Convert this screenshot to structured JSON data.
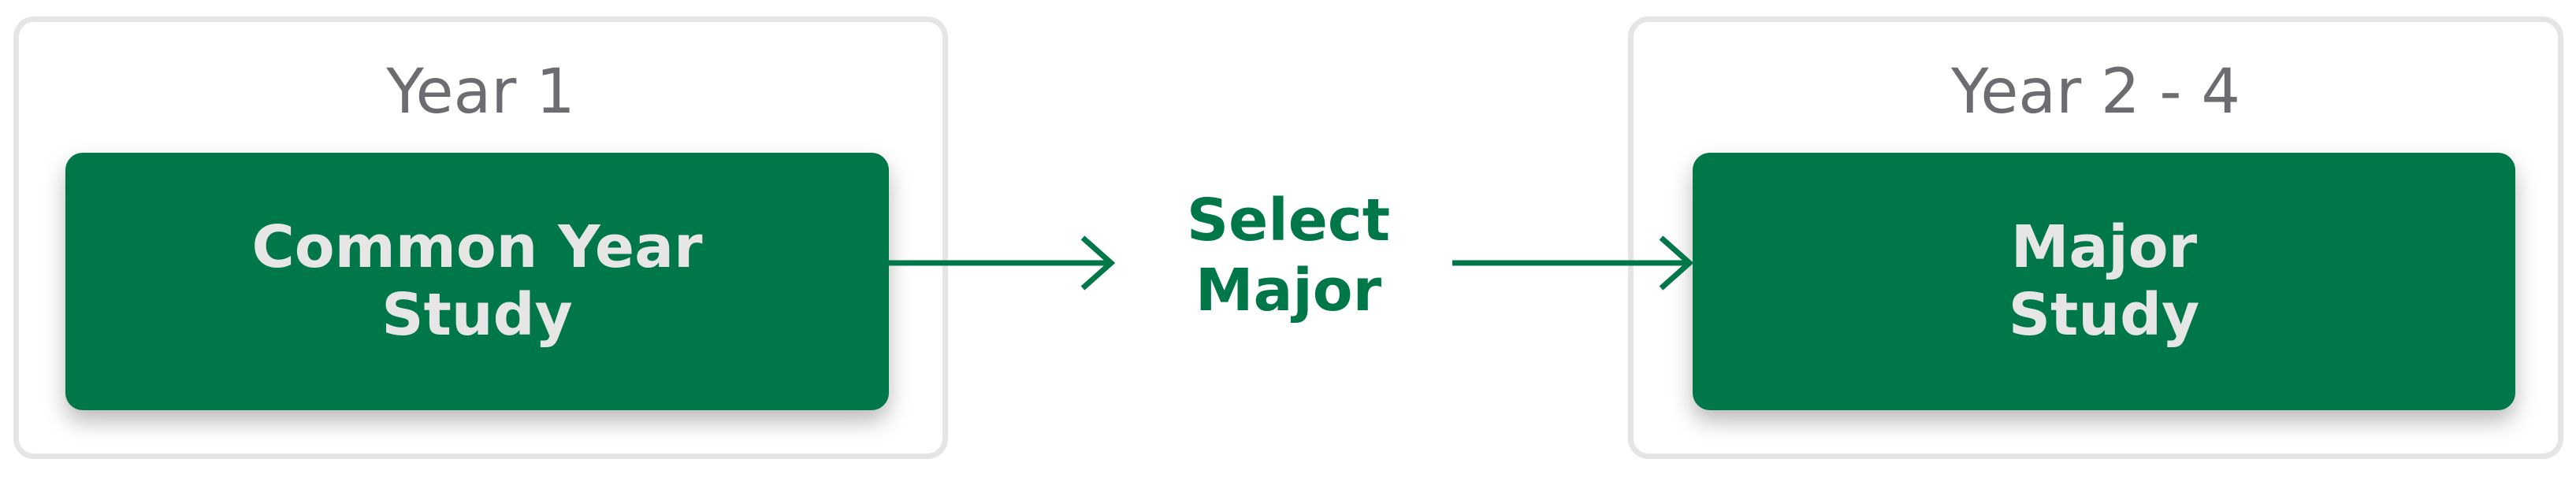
{
  "diagram": {
    "accent_color": "#007749",
    "panels": [
      {
        "title": "Year 1",
        "stage_lines": [
          "Common Year",
          "Study"
        ]
      },
      {
        "title": "Year 2 - 4",
        "stage_lines": [
          "Major",
          "Study"
        ]
      }
    ],
    "transition": {
      "lines": [
        "Select",
        "Major"
      ]
    }
  }
}
